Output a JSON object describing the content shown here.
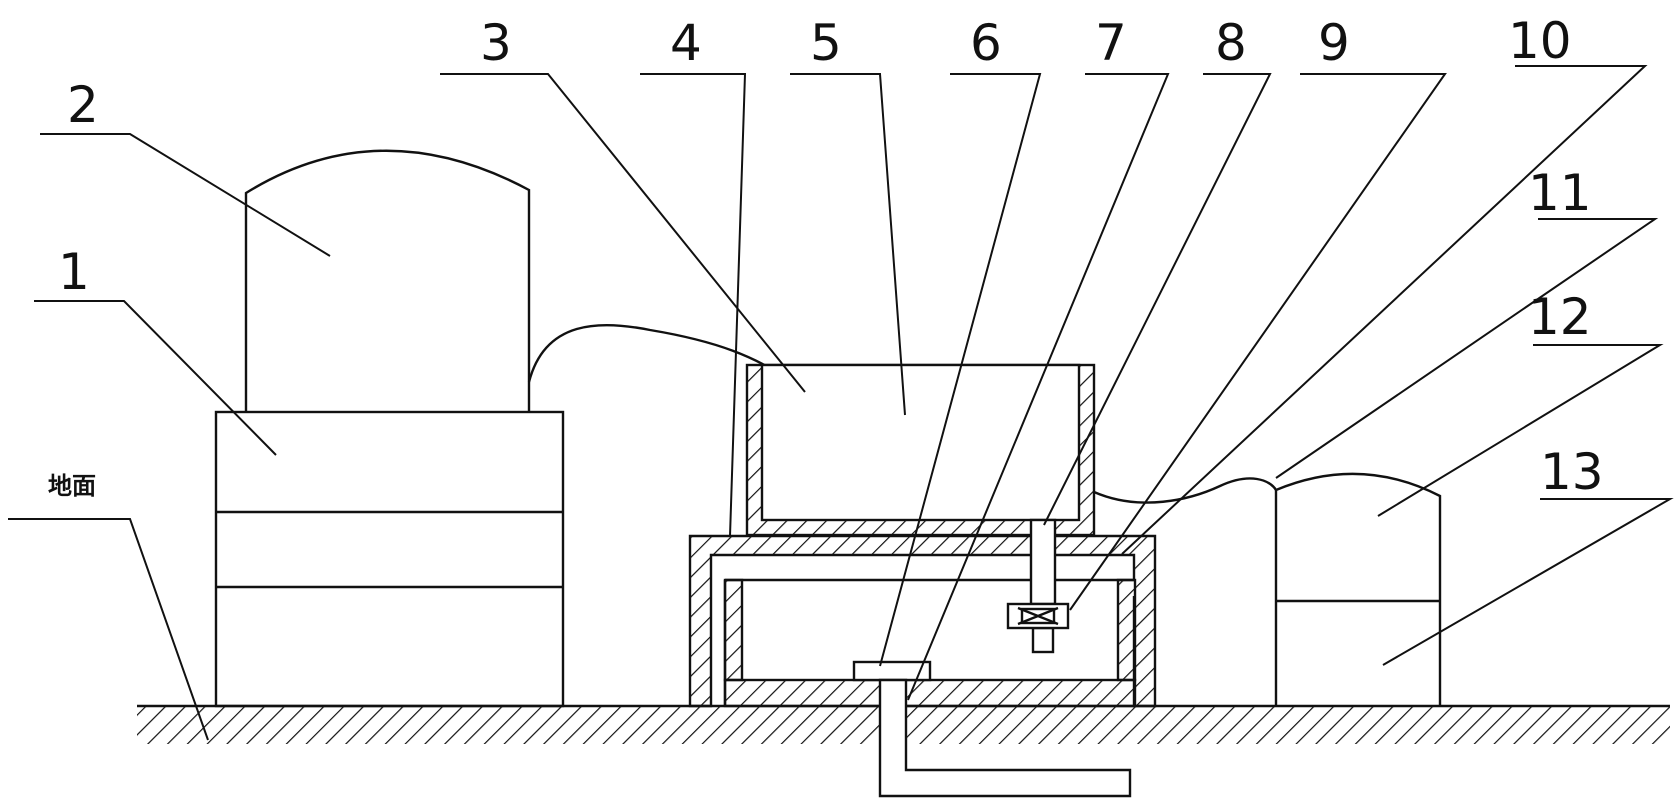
{
  "ground_label": "地面",
  "labels": [
    "1",
    "2",
    "3",
    "4",
    "5",
    "6",
    "7",
    "8",
    "9",
    "10",
    "11",
    "12",
    "13"
  ]
}
